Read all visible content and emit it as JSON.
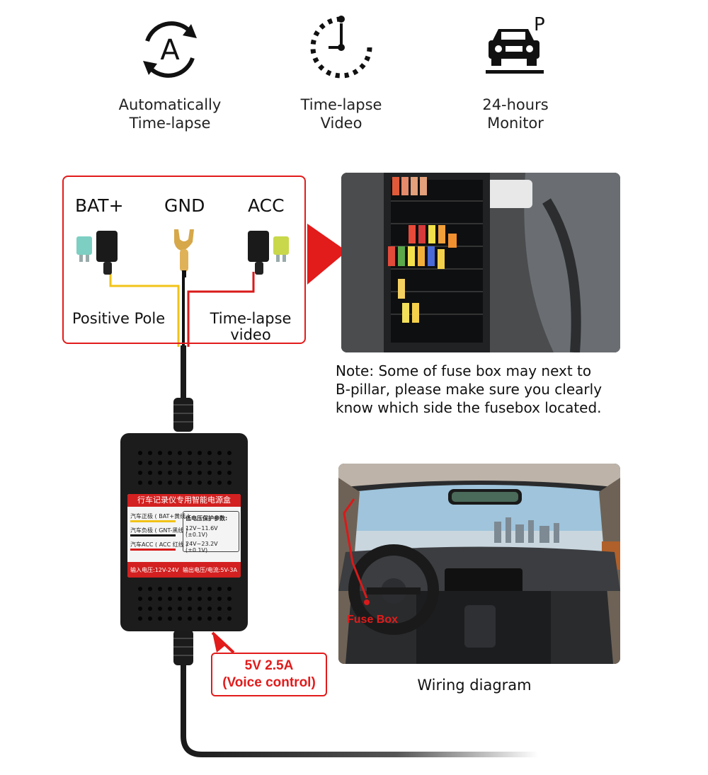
{
  "features": [
    {
      "icon": "auto-timelapse-icon",
      "line1": "Automatically",
      "line2": "Time-lapse"
    },
    {
      "icon": "timer-clock-icon",
      "line1": "Time-lapse",
      "line2": "Video"
    },
    {
      "icon": "parked-car-icon",
      "line1": "24-hours",
      "line2": "Monitor"
    }
  ],
  "fuse_panel": {
    "bat_label": "BAT+",
    "gnd_label": "GND",
    "acc_label": "ACC",
    "positive_label": "Positive Pole",
    "timelapse_line1": "Time-lapse",
    "timelapse_line2": "video"
  },
  "note": {
    "line1": "Note: Some of fuse box may next to",
    "line2": "B-pillar, please make sure you clearly",
    "line3": "know which side the fusebox located."
  },
  "module": {
    "title": "行车记录仪专用智能电源盒",
    "row1": "汽车正极 ( BAT+黄线 )",
    "row2": "汽车负极 ( GNT-黑线 )",
    "row3": "汽车ACC ( ACC 红线 )",
    "spec_title": "低电压保护参数:",
    "spec1": "12V~11.6V (±0.1V)",
    "spec2": "24V~23.2V (±0.1V)",
    "input": "输入电压:12V-24V",
    "output": "输出电压/电流:5V-3A"
  },
  "output_badge": {
    "line1": "5V 2.5A",
    "line2": "(Voice control)"
  },
  "wiring": {
    "fuse_box_label": "Fuse Box",
    "caption": "Wiring diagram"
  },
  "colors": {
    "accent_red": "#e21b1b",
    "wire_yellow": "#f2c318",
    "wire_red": "#d91a1a"
  }
}
